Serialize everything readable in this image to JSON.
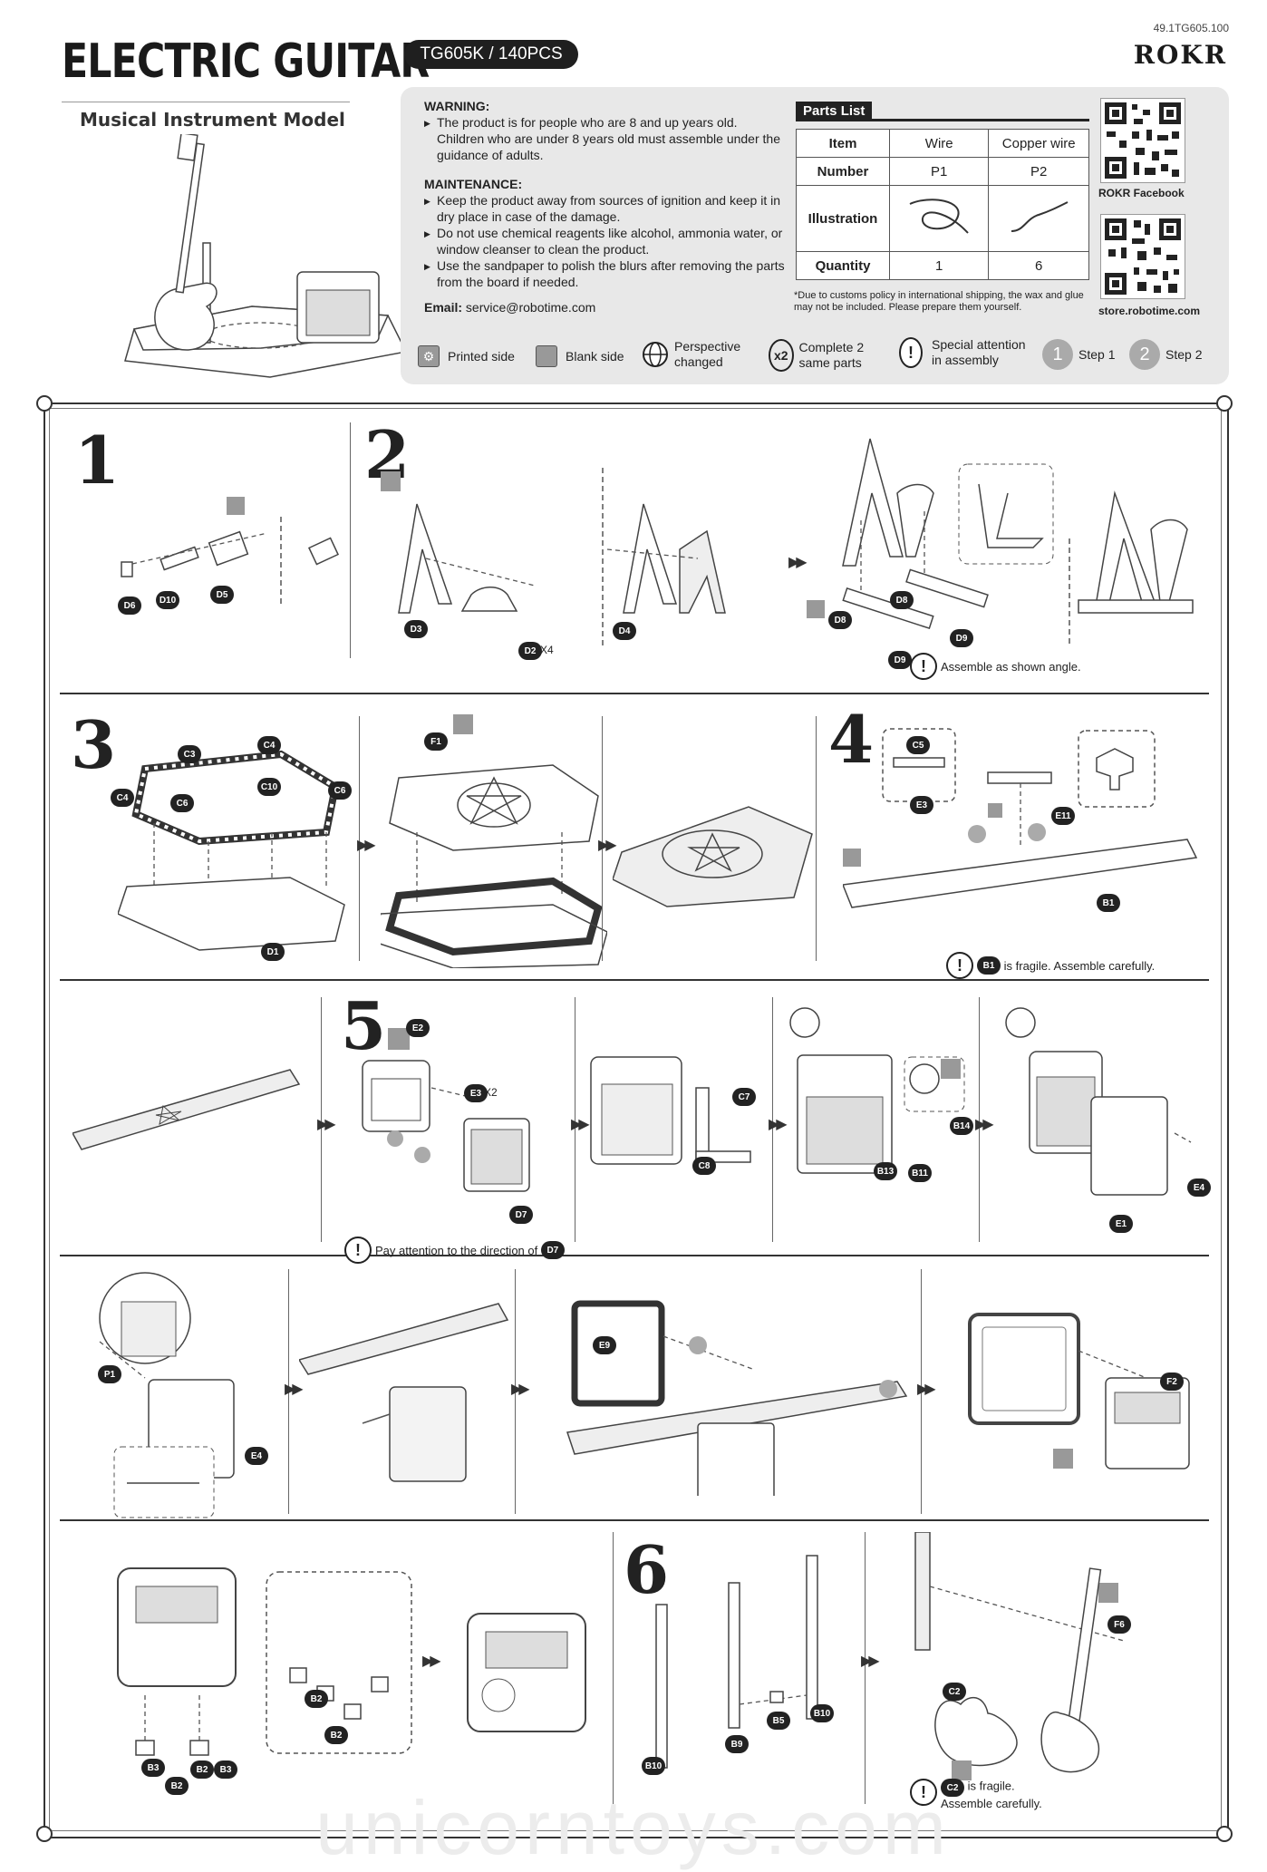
{
  "header": {
    "title": "ELECTRIC GUITAR",
    "subtitle": "Musical Instrument Model",
    "sku": "TG605K / 140PCS",
    "doc_number": "49.1TG605.100",
    "brand": "ROKR"
  },
  "info": {
    "warning_head": "WARNING:",
    "warning_items": [
      "The product is for people who are 8 and up years old. Children who are under 8 years old must assemble under the guidance of adults."
    ],
    "maintenance_head": "MAINTENANCE:",
    "maintenance_items": [
      "Keep the product away from sources of ignition and keep it in dry place in case of the damage.",
      "Do not use chemical reagents like alcohol, ammonia water, or window cleanser to clean the product.",
      "Use the sandpaper to polish the blurs after removing the parts from the board if needed."
    ],
    "email_label": "Email:",
    "email": "service@robotime.com"
  },
  "parts_list": {
    "title": "Parts List",
    "row_labels": [
      "Item",
      "Number",
      "Illustration",
      "Quantity"
    ],
    "items": [
      {
        "item": "Wire",
        "number": "P1",
        "quantity": "1"
      },
      {
        "item": "Copper wire",
        "number": "P2",
        "quantity": "6"
      }
    ],
    "footnote": "*Due to customs policy in international shipping, the wax and glue may not be included. Please prepare them yourself."
  },
  "qr": {
    "facebook_label": "ROKR Facebook",
    "store_label": "store.robotime.com"
  },
  "legend": {
    "printed": "Printed side",
    "blank": "Blank side",
    "perspective": "Perspective changed",
    "complete_prefix": "x2",
    "complete": "Complete 2 same parts",
    "attention": "Special attention in assembly",
    "step1_num": "1",
    "step1": "Step 1",
    "step2_num": "2",
    "step2": "Step 2"
  },
  "steps": {
    "s1": "1",
    "s2": "2",
    "s3": "3",
    "s4": "4",
    "s5": "5",
    "s6": "6"
  },
  "labels": {
    "row1": [
      "D6",
      "D10",
      "D5",
      "D3",
      "D2",
      "X4",
      "D4",
      "D8",
      "D9",
      "D8",
      "D9"
    ],
    "row2": [
      "C3",
      "C4",
      "C4",
      "C6",
      "C10",
      "C6",
      "D1",
      "F1",
      "C5",
      "E3",
      "E11",
      "B1"
    ],
    "row3": [
      "E2",
      "E3",
      "X2",
      "D7",
      "C7",
      "C8",
      "B14",
      "B13",
      "B11",
      "E4",
      "E1"
    ],
    "row4": [
      "P1",
      "E4",
      "E9",
      "F2"
    ],
    "row5": [
      "B3",
      "B2",
      "B2",
      "B3",
      "B2",
      "B2",
      "B10",
      "B9",
      "B5",
      "B10",
      "F6",
      "C2"
    ]
  },
  "notes": {
    "assemble_angle": "Assemble as shown angle.",
    "b1_fragile_tag": "B1",
    "b1_fragile": "is fragile. Assemble carefully.",
    "d7_attention": "Pay attention to the direction of",
    "d7_tag": "D7",
    "c2_tag": "C2",
    "c2_fragile_1": "is fragile.",
    "c2_fragile_2": "Assemble carefully."
  },
  "watermark": "unicorntoys.com"
}
